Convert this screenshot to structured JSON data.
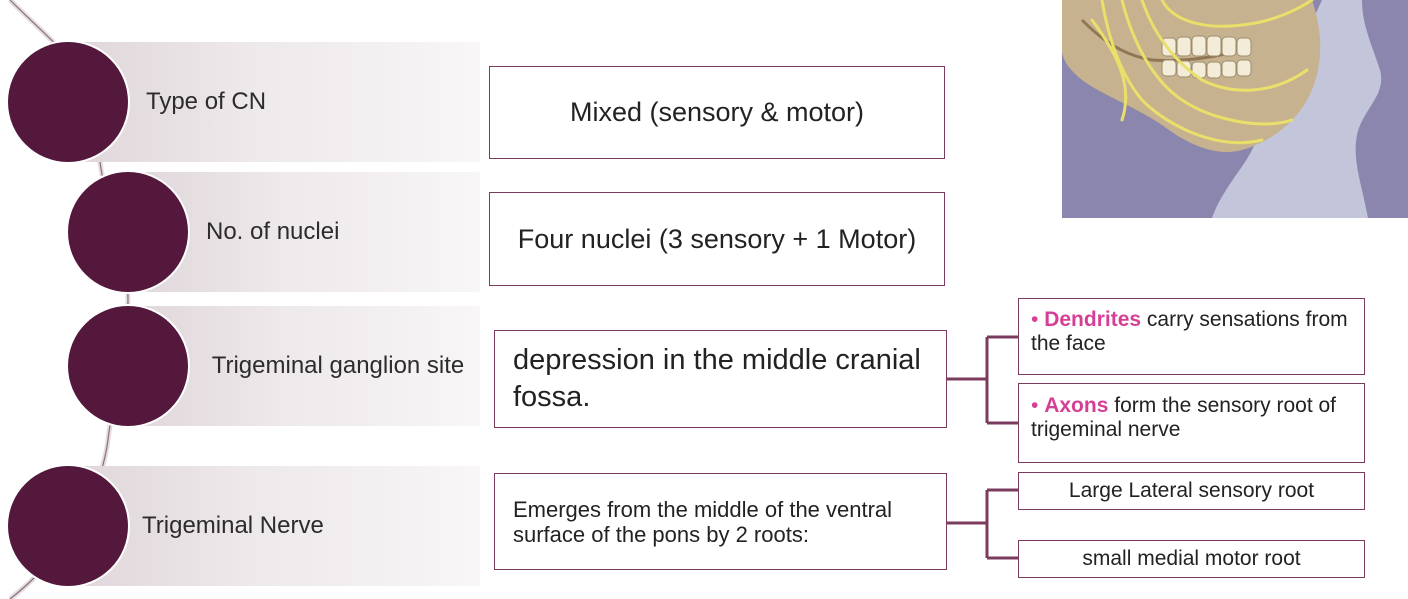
{
  "rows": [
    {
      "label": "Type of CN",
      "value": "Mixed (sensory & motor)"
    },
    {
      "label": "No. of nuclei",
      "value": "Four nuclei (3 sensory + 1 Motor)"
    },
    {
      "label": "Trigeminal ganglion site",
      "value": "depression in the middle cranial fossa."
    },
    {
      "label": "Trigeminal Nerve",
      "value": "Emerges from the middle of the ventral surface of the pons by 2 roots:"
    }
  ],
  "ganglion_branches": [
    {
      "bullet": "•",
      "term": "Dendrites",
      "text": "carry sensations from the face"
    },
    {
      "bullet": "•",
      "term": "Axons",
      "text": "form the sensory root of trigeminal nerve"
    }
  ],
  "nerve_roots": [
    "Large Lateral sensory root",
    "small medial motor root"
  ],
  "colors": {
    "circle": "#53183c",
    "connector": "#7b3b5f",
    "highlight": "#d63f96",
    "band": "#e6dee2",
    "photo_bg": "#8b86ad",
    "nerve": "#e8e06a"
  },
  "image": {
    "subject": "skull-nerve-illustration"
  }
}
